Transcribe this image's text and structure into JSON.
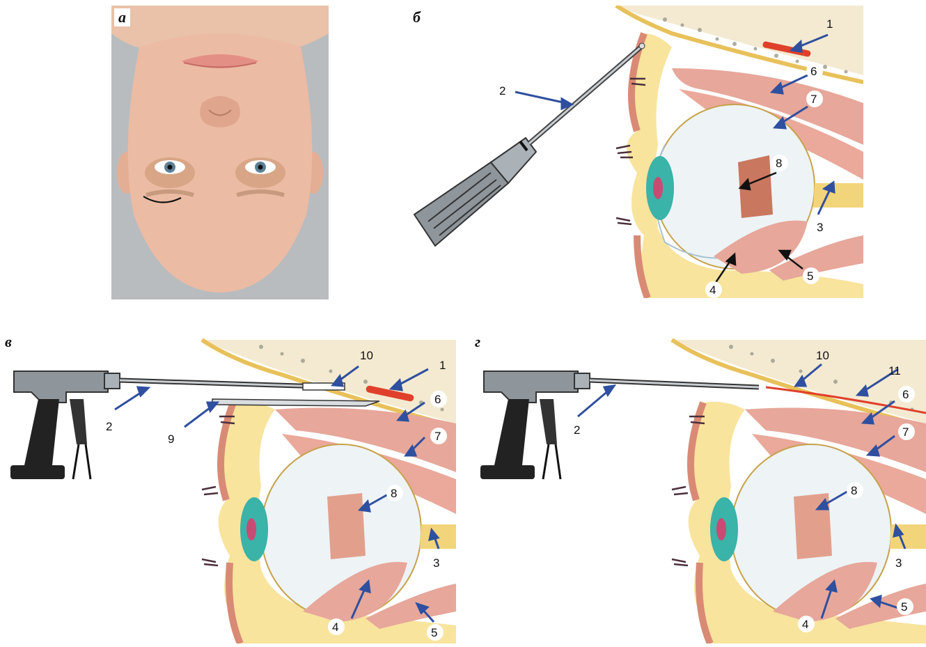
{
  "panels": {
    "a": {
      "label": "а"
    },
    "b": {
      "label": "б",
      "callouts": [
        "1",
        "2",
        "3",
        "4",
        "5",
        "6",
        "7",
        "8"
      ]
    },
    "v": {
      "label": "в",
      "callouts": [
        "1",
        "2",
        "3",
        "4",
        "5",
        "6",
        "7",
        "8",
        "9",
        "10"
      ]
    },
    "g": {
      "label": "г",
      "callouts": [
        "2",
        "3",
        "4",
        "5",
        "6",
        "7",
        "8",
        "10",
        "11"
      ]
    }
  },
  "colors": {
    "arrow": "#2f4f9f",
    "arrow_dark": "#111111",
    "implant": "#e0402b",
    "muscle": "#e7a79a",
    "fat": "#f7df8c",
    "sclera": "#eef3f6",
    "iris": "#3ab3a8",
    "skin": "#e9b49a",
    "bg_gray": "#b9bcbf",
    "steel": "#8e959b"
  },
  "icons": [
    "face-illustration",
    "eye-cross-section",
    "rod-instrument",
    "gun-instrument",
    "implant-strip"
  ]
}
